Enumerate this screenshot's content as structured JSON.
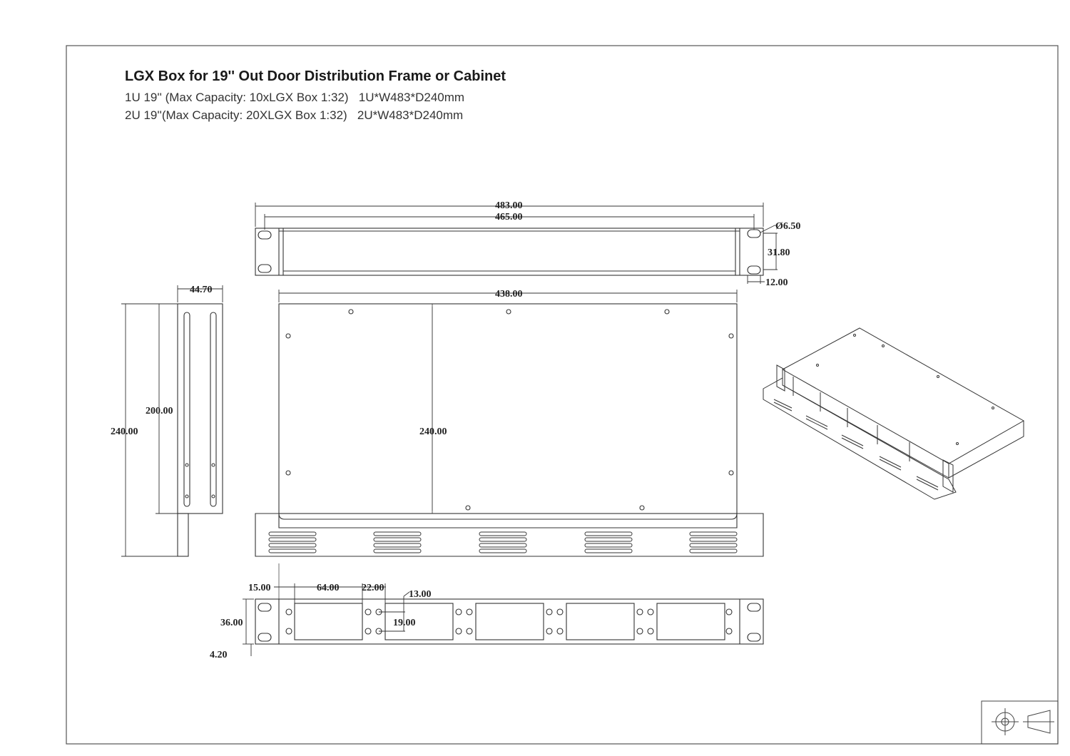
{
  "header": {
    "title": "LGX Box for 19'' Out Door Distribution Frame or Cabinet",
    "line1": "1U 19'' (Max Capacity: 10xLGX Box 1:32)   1U*W483*D240mm",
    "line2": "2U 19''(Max Capacity: 20XLGX Box 1:32)   2U*W483*D240mm"
  },
  "dimensions": {
    "overall_width": "483.00",
    "inner_width": "465.00",
    "hole_diameter": "Ø6.50",
    "hole_spacing": "31.80",
    "hole_offset": "12.00",
    "body_width": "438.00",
    "side_depth": "240.00",
    "side_inner_depth": "200.00",
    "side_height": "44.70",
    "top_depth": "240.00",
    "front_offset": "15.00",
    "slot_width": "64.00",
    "slot_gap": "22.00",
    "slot_offset": "13.00",
    "front_height": "36.00",
    "hole_pitch": "19.00",
    "bottom_offset": "4.20"
  },
  "title_block": {
    "projection_symbol": "third-angle-projection-icon"
  }
}
